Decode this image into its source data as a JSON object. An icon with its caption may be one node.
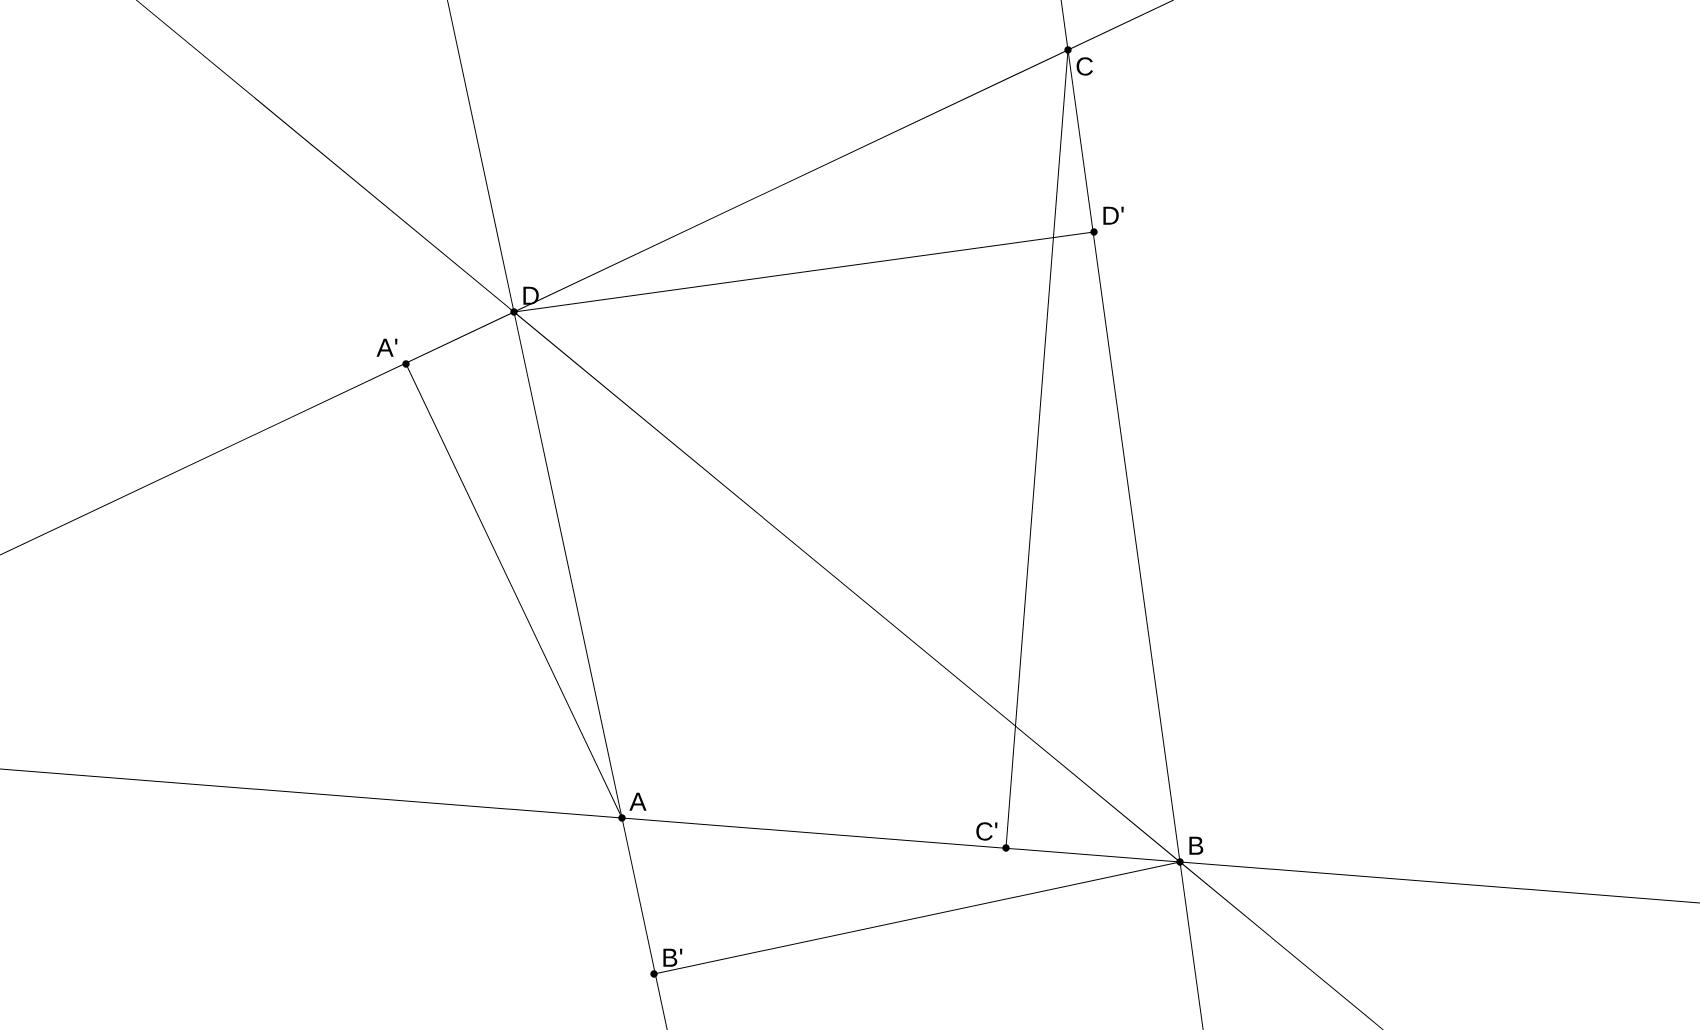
{
  "diagram": {
    "nodes": [
      {
        "text": [
          "C"
        ]
      },
      {
        "text": [
          "D'"
        ]
      },
      {
        "text": [
          "D"
        ]
      },
      {
        "text": [
          "A'"
        ]
      },
      {
        "text": [
          "A"
        ]
      },
      {
        "text": [
          "C'"
        ]
      },
      {
        "text": [
          "B"
        ]
      },
      {
        "text": [
          "B'"
        ]
      }
    ],
    "edges": [
      {
        "from": 4,
        "to": 6,
        "arrow": "none"
      },
      {
        "from": 4,
        "to": 2,
        "arrow": "none"
      },
      {
        "from": 2,
        "to": 0,
        "arrow": "none"
      },
      {
        "from": 0,
        "to": 6,
        "arrow": "none"
      },
      {
        "from": 2,
        "to": 6,
        "arrow": "none"
      },
      {
        "from": 3,
        "to": 4,
        "arrow": "none"
      },
      {
        "from": 7,
        "to": 6,
        "arrow": "none"
      },
      {
        "from": 5,
        "to": 0,
        "arrow": "none"
      },
      {
        "from": 2,
        "to": 1,
        "arrow": "none"
      }
    ]
  }
}
